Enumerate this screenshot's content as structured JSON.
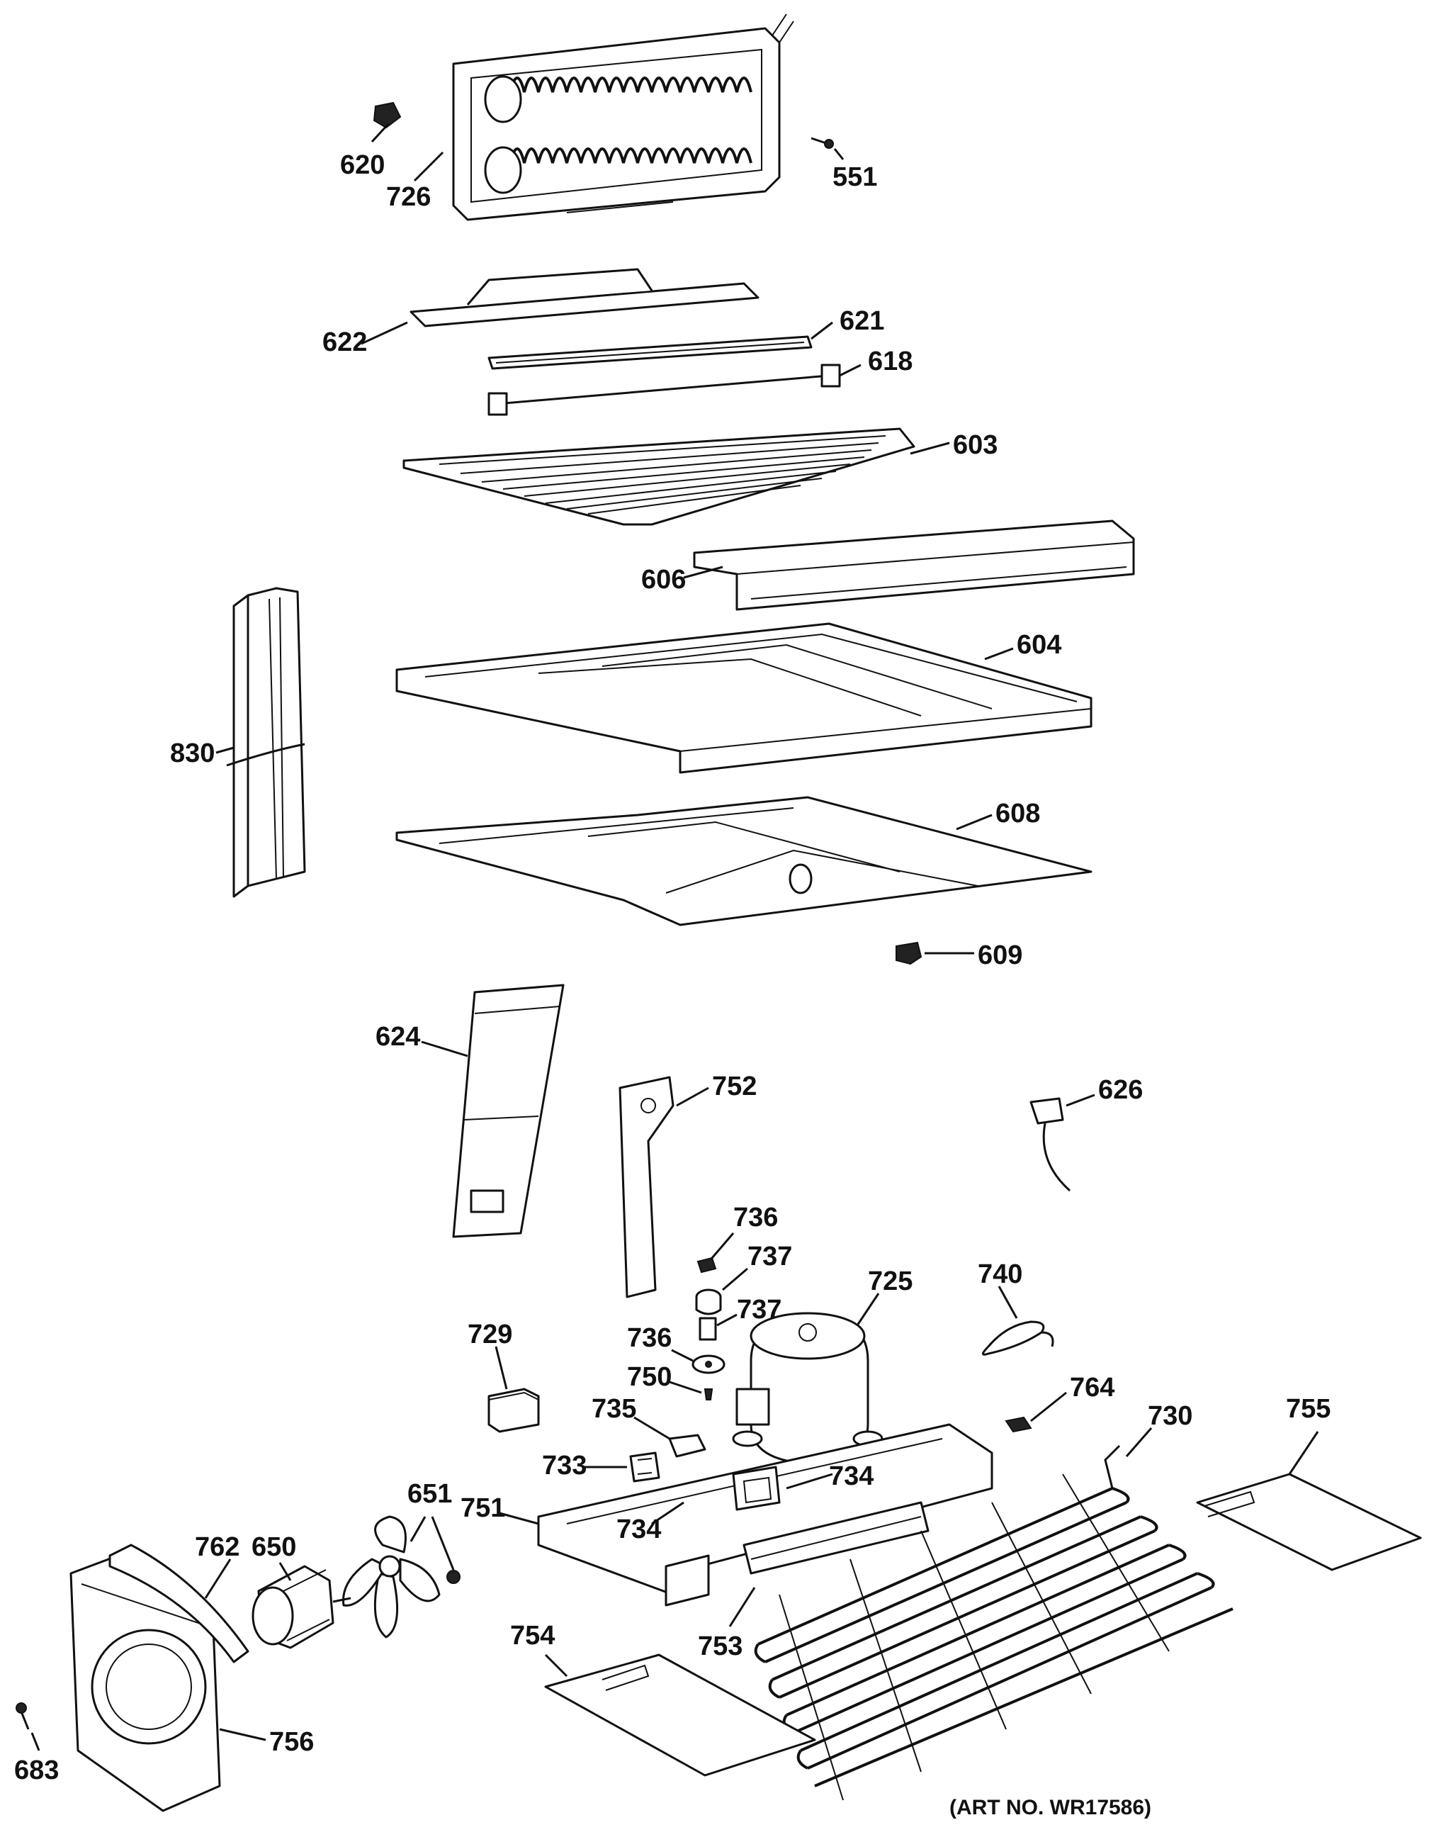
{
  "art_number": "(ART NO. WR17586)",
  "callouts": {
    "c620": "620",
    "c726": "726",
    "c551": "551",
    "c622": "622",
    "c621": "621",
    "c618": "618",
    "c603": "603",
    "c606": "606",
    "c604": "604",
    "c830": "830",
    "c608": "608",
    "c609": "609",
    "c624": "624",
    "c752": "752",
    "c626": "626",
    "c736a": "736",
    "c737a": "737",
    "c737b": "737",
    "c725": "725",
    "c740": "740",
    "c729": "729",
    "c736b": "736",
    "c750": "750",
    "c735": "735",
    "c764": "764",
    "c730": "730",
    "c755": "755",
    "c733": "733",
    "c734a": "734",
    "c734b": "734",
    "c651": "651",
    "c751": "751",
    "c762": "762",
    "c650": "650",
    "c754": "754",
    "c753": "753",
    "c756": "756",
    "c683": "683"
  }
}
